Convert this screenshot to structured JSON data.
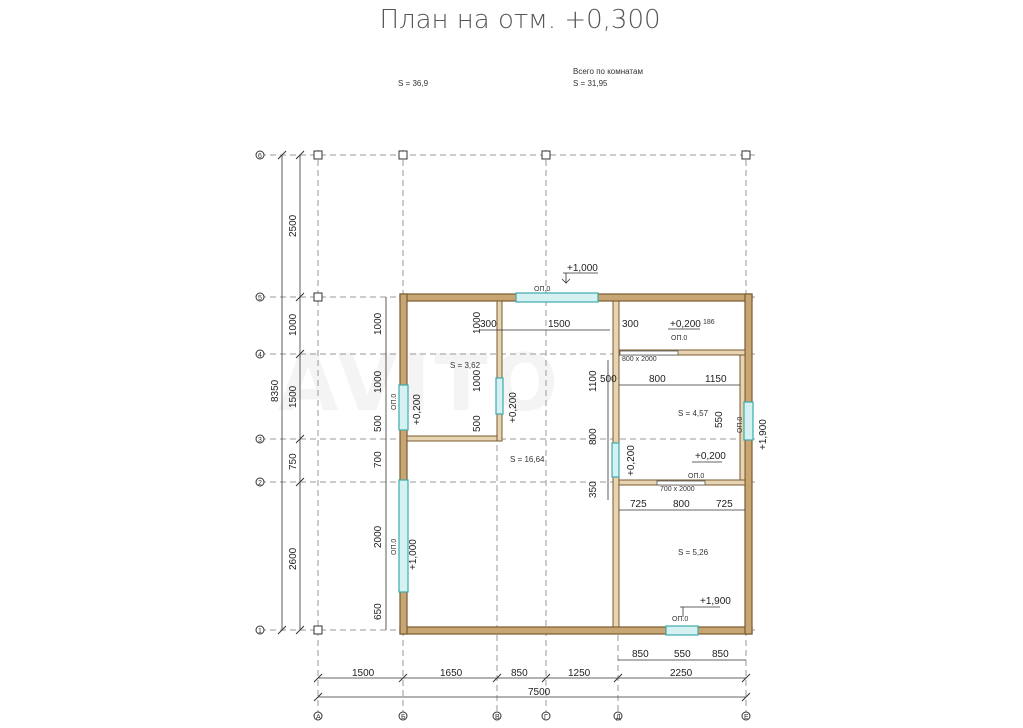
{
  "title": "План на отм. +0,300",
  "info": {
    "total_area": "S = 36,9",
    "rooms_caption": "Всего по комнатам",
    "rooms_area": "S = 31,95"
  },
  "rooms": {
    "left_small": "S = 3,62",
    "main_hall": "S = 16,64",
    "right_upper": "S = 4,57",
    "right_lower": "S = 5,26"
  },
  "levels": {
    "top_window": "+1,000",
    "right_small_top": "+0,200",
    "right_small_top_note": "186",
    "left_room_window": "+0,200",
    "left_room_door": "+0,200",
    "right_room_door": "+0,200",
    "right_inner_door": "+0,200",
    "right_window": "+1,900",
    "left_lower_window": "+1,000",
    "bottom_window": "+1,900"
  },
  "openings": {
    "window_label": "ОП.0",
    "door_label": "800 x 2000",
    "door_label_alt": "700 x 2000"
  },
  "dims_interior": {
    "top_300_left": "300",
    "top_1500": "1500",
    "top_300_right": "300",
    "right_800": "800",
    "right_1150": "1150",
    "right_550_upper": "550",
    "right_500": "500",
    "right_1100": "1100",
    "right_800_door": "800",
    "right_350": "350",
    "lower_725_left": "725",
    "lower_800": "800",
    "lower_725_right": "725",
    "bottom_850_left": "850",
    "bottom_550": "550",
    "bottom_850_right": "850",
    "left_1000_a": "1000",
    "left_1000_b": "1000",
    "left_500_a": "500",
    "left_500_b": "500",
    "left_700": "700",
    "left_2000": "2000",
    "left_650": "650",
    "left_1500_label": "1500"
  },
  "dims_left_chain": {
    "total": "8350",
    "seg_2500": "2500",
    "seg_1000": "1000",
    "seg_1500": "1500",
    "seg_750": "750",
    "seg_2600": "2600"
  },
  "dims_bottom_chain": {
    "seg_1500": "1500",
    "seg_1650": "1650",
    "seg_850": "850",
    "seg_1250": "1250",
    "seg_2250": "2250",
    "total": "7500"
  },
  "axis_left": [
    "6",
    "5",
    "4",
    "3",
    "2",
    "1"
  ],
  "axis_bottom": [
    "А",
    "Б",
    "В",
    "Г",
    "Д",
    "Е"
  ],
  "watermark": "AVITO"
}
